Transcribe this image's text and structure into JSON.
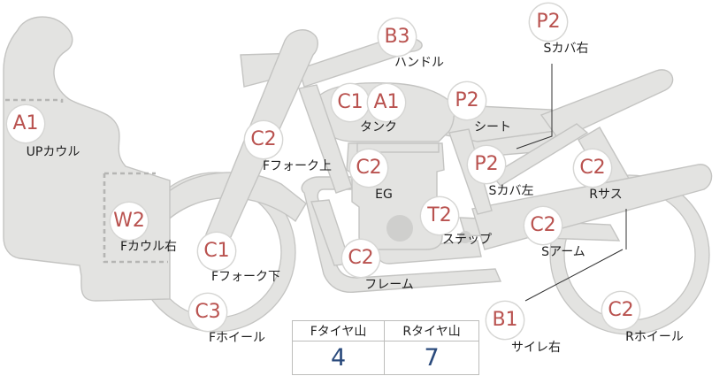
{
  "parts": [
    {
      "id": "upcowl",
      "code": "A1",
      "label": "UPカウル"
    },
    {
      "id": "fcowl-right",
      "code": "W2",
      "label": "Fカウル右"
    },
    {
      "id": "fork-upper",
      "code": "C2",
      "label": "Fフォーク上"
    },
    {
      "id": "fork-lower",
      "code": "C1",
      "label": "Fフォーク下"
    },
    {
      "id": "front-wheel",
      "code": "C3",
      "label": "Fホイール"
    },
    {
      "id": "handle",
      "code": "B3",
      "label": "ハンドル"
    },
    {
      "id": "tank",
      "codes": [
        "C1",
        "A1"
      ],
      "label": "タンク"
    },
    {
      "id": "engine",
      "code": "C2",
      "label": "EG"
    },
    {
      "id": "frame",
      "code": "C2",
      "label": "フレーム"
    },
    {
      "id": "step",
      "code": "T2",
      "label": "ステップ"
    },
    {
      "id": "seat",
      "code": "P2",
      "label": "シート"
    },
    {
      "id": "scover-right",
      "code": "P2",
      "label": "Sカバ右"
    },
    {
      "id": "scover-left",
      "code": "P2",
      "label": "Sカバ左"
    },
    {
      "id": "rear-sus",
      "code": "C2",
      "label": "Rサス"
    },
    {
      "id": "swingarm",
      "code": "C2",
      "label": "Sアーム"
    },
    {
      "id": "silencer-right",
      "code": "B1",
      "label": "サイレ右"
    },
    {
      "id": "rear-wheel",
      "code": "C2",
      "label": "Rホイール"
    }
  ],
  "tire_table": {
    "front_header": "Fタイヤ山",
    "rear_header": "Rタイヤ山",
    "front_value": "4",
    "rear_value": "7"
  },
  "colors": {
    "part_fill": "#e3e3e1",
    "part_outline": "#c4c4c2",
    "grade_code": "#b9524f",
    "tire_value": "#2a4a7c"
  }
}
